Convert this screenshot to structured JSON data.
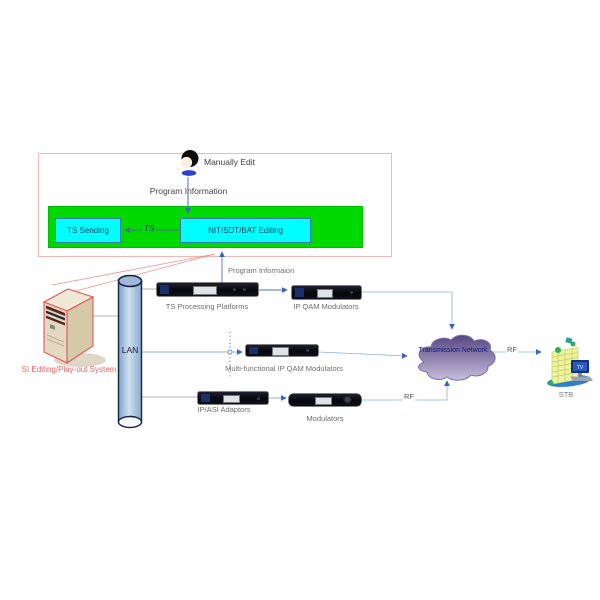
{
  "editing_panel": {
    "manually_edit": "Manually Edit",
    "program_information": "Program Information",
    "ts_sending": "TS Sending",
    "ts_arrow": "TS",
    "nit_sdt_bat": "NIT/SDT/BAT Editing"
  },
  "flow": {
    "program_informaion": "Program Informaion",
    "si_system": "SI Editing/Play-out System",
    "lan": "LAN",
    "ts_processing": "TS Processing Platforms",
    "ip_qam": "IP QAM Modulators",
    "multi_qam": "Multi-functional IP QAM Modulators",
    "ip_asi": "IP/ASI Adaptors",
    "modulators": "Modulators",
    "rf_modulator": "RF",
    "rf_stb": "RF",
    "cloud": "Transmission Network",
    "stb": "STB",
    "tv": "TV"
  },
  "colors": {
    "panel_border": "#f2b6b6",
    "green_fill": "#00d900",
    "cyan_fill": "#00ffff",
    "cyan_border": "#3a7ca8",
    "arrow_blue": "#3c66b8",
    "line_gray": "#999999",
    "red_accent": "#e06060",
    "cloud_dark": "#55477f",
    "cloud_light": "#c6bfdd",
    "lan_blue": "#a9c3de"
  }
}
